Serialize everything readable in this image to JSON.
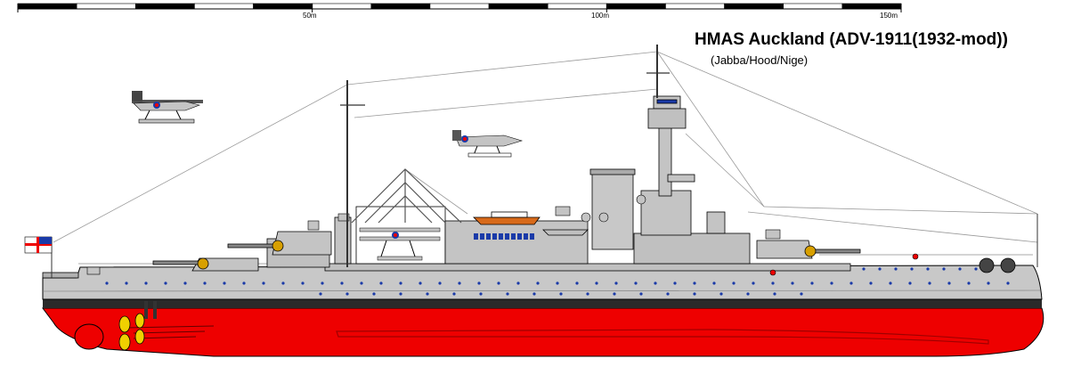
{
  "title": "HMAS Auckland (ADV-1911(1932-mod))",
  "subtitle": "(Jabba/Hood/Nige)",
  "scale_bar": {
    "unit_labels": [
      "50m",
      "100m",
      "150m"
    ],
    "length_m": 150,
    "segment_m": 10
  },
  "colors": {
    "hull_lower": "#ee0000",
    "hull_upper": "#c8c8c8",
    "superstructure": "#c0c0c0",
    "boot_topping": "#2a2a2a",
    "portholes": "#1a3aa8",
    "boat_hull": "#d86a1a",
    "propeller": "#f0d000",
    "rigging": "#9a9a9a"
  },
  "icons": {
    "ensign": "white-ensign-icon",
    "jack": "union-jack-icon",
    "aircraft": "seaplane-icon",
    "roundel": "raf-roundel-icon"
  }
}
